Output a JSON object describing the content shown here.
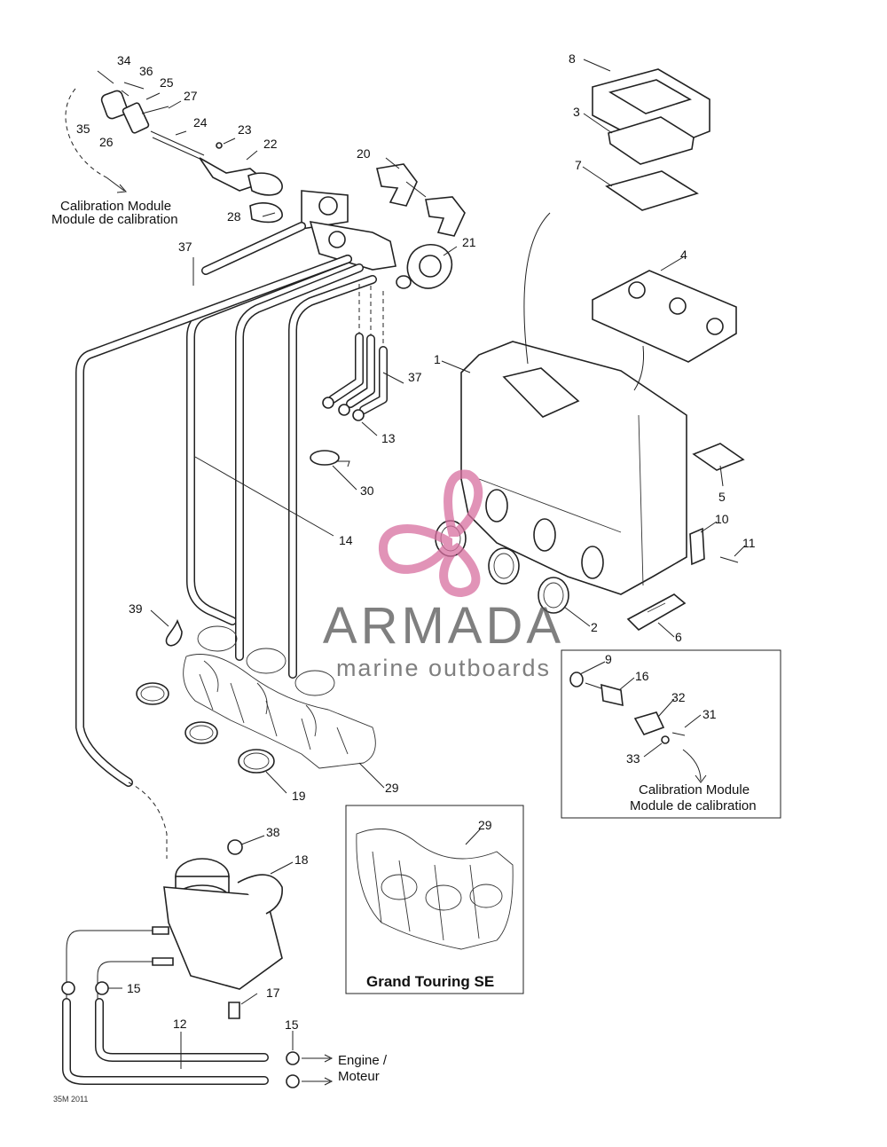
{
  "callouts": [
    "34",
    "36",
    "25",
    "27",
    "35",
    "26",
    "24",
    "23",
    "22",
    "20",
    "28",
    "21",
    "37",
    "37",
    "13",
    "30",
    "14",
    "39",
    "19",
    "29",
    "8",
    "3",
    "7",
    "4",
    "1",
    "5",
    "10",
    "11",
    "2",
    "6",
    "9",
    "16",
    "32",
    "31",
    "33",
    "38",
    "18",
    "15",
    "17",
    "12",
    "15",
    "29"
  ],
  "calibration_module_top": {
    "en": "Calibration Module",
    "fr": "Module de calibration"
  },
  "calibration_module_inset": {
    "en": "Calibration Module",
    "fr": "Module de calibration"
  },
  "inset_title": "Grand Touring SE",
  "engine_label": {
    "en": "Engine /",
    "fr": "Moteur"
  },
  "figure_code": "35M 2011",
  "watermark": {
    "brand": "ARMADA",
    "tagline": "marine outboards",
    "color": "#d86fa0"
  }
}
